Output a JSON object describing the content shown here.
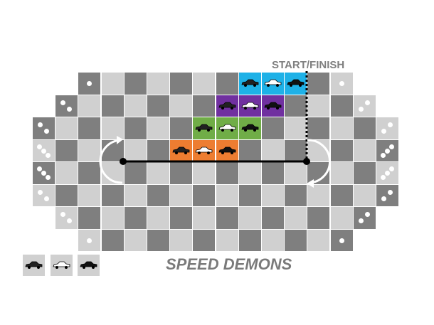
{
  "title": "SPEED DEMONS",
  "start_finish_label": "START/FINISH",
  "colors": {
    "dark_square": "#7f7f7f",
    "light_square": "#d0d0d0",
    "team_cyan": "#1eb1e7",
    "team_purple": "#7030a0",
    "team_green": "#70ad47",
    "team_orange": "#ed7d31",
    "track_line": "#000000"
  },
  "teams": [
    {
      "name": "cyan",
      "cars": [
        "car-classic",
        "car-convertible",
        "car-coupe"
      ]
    },
    {
      "name": "purple",
      "cars": [
        "car-classic",
        "car-convertible",
        "car-coupe"
      ]
    },
    {
      "name": "green",
      "cars": [
        "car-classic",
        "car-convertible",
        "car-coupe"
      ]
    },
    {
      "name": "orange",
      "cars": [
        "car-classic",
        "car-convertible",
        "car-coupe"
      ]
    }
  ],
  "spare_cars": [
    "car-classic",
    "car-convertible",
    "car-coupe"
  ],
  "dice_faces": [
    1,
    2,
    2,
    3,
    3,
    2,
    2,
    1
  ]
}
